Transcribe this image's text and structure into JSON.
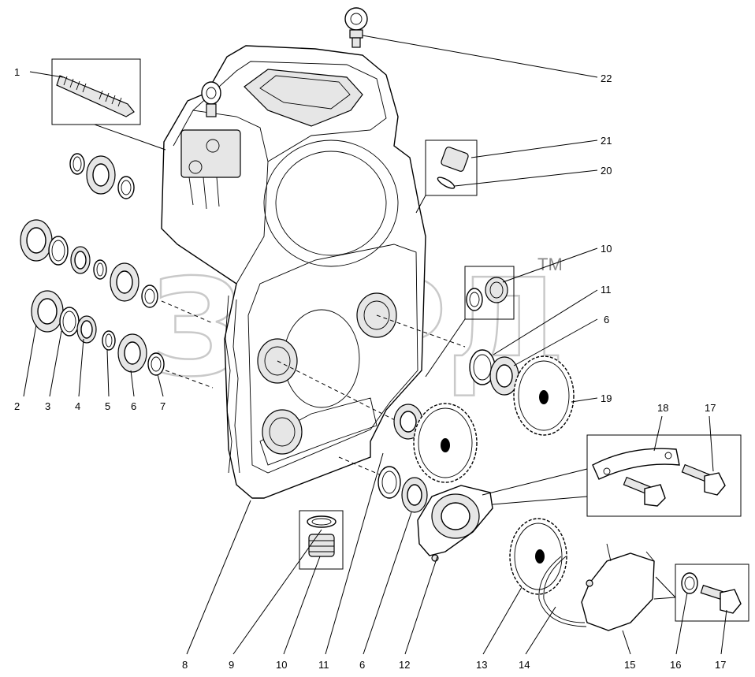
{
  "watermark": {
    "text": "ЗАРД",
    "trademark": "TM"
  },
  "callouts": [
    {
      "id": "c1",
      "label": "1"
    },
    {
      "id": "c2",
      "label": "2"
    },
    {
      "id": "c3",
      "label": "3"
    },
    {
      "id": "c4",
      "label": "4"
    },
    {
      "id": "c5",
      "label": "5"
    },
    {
      "id": "c6a",
      "label": "6"
    },
    {
      "id": "c7",
      "label": "7"
    },
    {
      "id": "c8",
      "label": "8"
    },
    {
      "id": "c9",
      "label": "9"
    },
    {
      "id": "c10a",
      "label": "10"
    },
    {
      "id": "c11a",
      "label": "11"
    },
    {
      "id": "c6b",
      "label": "6"
    },
    {
      "id": "c12",
      "label": "12"
    },
    {
      "id": "c13",
      "label": "13"
    },
    {
      "id": "c14",
      "label": "14"
    },
    {
      "id": "c15",
      "label": "15"
    },
    {
      "id": "c16",
      "label": "16"
    },
    {
      "id": "c17a",
      "label": "17"
    },
    {
      "id": "c22",
      "label": "22"
    },
    {
      "id": "c21",
      "label": "21"
    },
    {
      "id": "c20",
      "label": "20"
    },
    {
      "id": "c10b",
      "label": "10"
    },
    {
      "id": "c11b",
      "label": "11"
    },
    {
      "id": "c6c",
      "label": "6"
    },
    {
      "id": "c19",
      "label": "19"
    },
    {
      "id": "c18",
      "label": "18"
    },
    {
      "id": "c17b",
      "label": "17"
    }
  ]
}
